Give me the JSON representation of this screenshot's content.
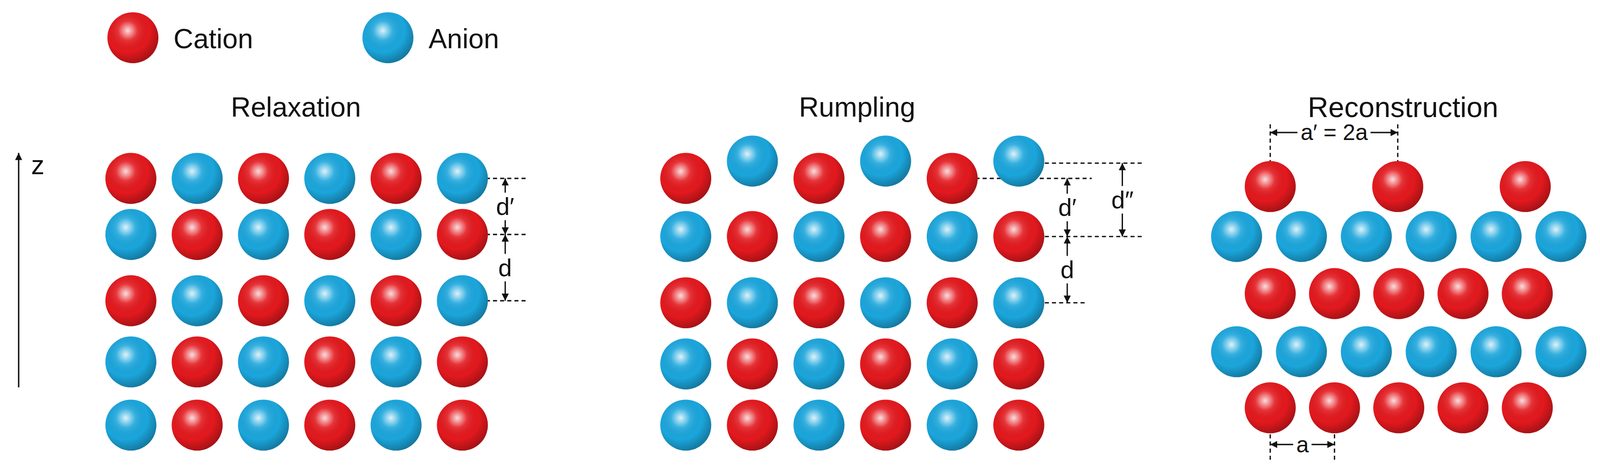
{
  "diagram": {
    "labels": [
      "Relaxation",
      "Rumpling",
      "Reconstruction",
      "z",
      "d′",
      "d",
      "d′",
      "d″",
      "d",
      "a′ = 2a",
      "a"
    ],
    "legend": [
      {
        "text": "Cation",
        "color": "#e3191e"
      },
      {
        "text": "Anion",
        "color": "#1ba6dc"
      }
    ]
  }
}
